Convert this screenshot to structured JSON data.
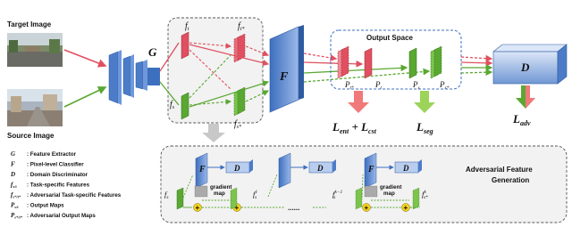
{
  "inputs": {
    "target_label": "Target Image",
    "source_label": "Source Image"
  },
  "encoder": {
    "label": "G"
  },
  "features": {
    "ft": "f",
    "ft_sub": "t",
    "fts": "f",
    "fts_sub": "t*",
    "fs": "f",
    "fs_sub": "s",
    "fss": "f",
    "fss_sub": "s*"
  },
  "classifier": {
    "label": "F"
  },
  "output_space": {
    "title": "Output Space",
    "maps": [
      {
        "sym": "P",
        "sub": "t*"
      },
      {
        "sym": "P",
        "sub": "t"
      },
      {
        "sym": "P",
        "sub": "s"
      },
      {
        "sym": "P",
        "sub": "s*"
      }
    ]
  },
  "discriminator": {
    "label": "D"
  },
  "losses": {
    "ent_cst": "L",
    "ent_cst_sub1": "ent",
    "ent_cst_plus": " + L",
    "ent_cst_sub2": "cst",
    "seg": "L",
    "seg_sub": "seg",
    "adv": "L",
    "adv_sub": "adv"
  },
  "legend": [
    {
      "sym": "G",
      "sub": "",
      "desc": ": Feature Extractor"
    },
    {
      "sym": "F",
      "sub": "",
      "desc": ": Pixel-level Classifier"
    },
    {
      "sym": "D",
      "sub": "",
      "desc": ": Domain Discriminator"
    },
    {
      "sym": "f",
      "sub": "s/t",
      "desc": ": Task-specific Features"
    },
    {
      "sym": "f",
      "sub": "s*/t*",
      "desc": ": Adversarial Task-specific Features"
    },
    {
      "sym": "P",
      "sub": "s/t",
      "desc": ": Output Maps"
    },
    {
      "sym": "P",
      "sub": "s*/t*",
      "desc": ": Adversarial Output Maps"
    }
  ],
  "afg": {
    "title_line1": "Adversarial Feature",
    "title_line2": "Generation",
    "f_label": "F",
    "d_label": "D",
    "gradient_map_line1": "gradient",
    "gradient_map_line2": "map",
    "plus": "+",
    "dots": "......",
    "fs": "f",
    "fs_sub": "s",
    "fs1": "f",
    "fs1_sub": "s",
    "fs1_sup": "1",
    "fsk1": "f",
    "fsk1_sub": "s",
    "fsk1_sup": "k−1",
    "fsk": "f",
    "fsk_sub": "s*",
    "fsk_sup": "k"
  },
  "colors": {
    "target": "#e05060",
    "source": "#5aa832",
    "block_blue": "#5b86c8",
    "block_light": "#b9cdef",
    "loss_red": "#f07a7a",
    "loss_green": "#9cd45a",
    "loss_mix": "#9cd45a",
    "plus_fill": "#f2d01e",
    "gray_arrow": "#c8c8c8"
  }
}
